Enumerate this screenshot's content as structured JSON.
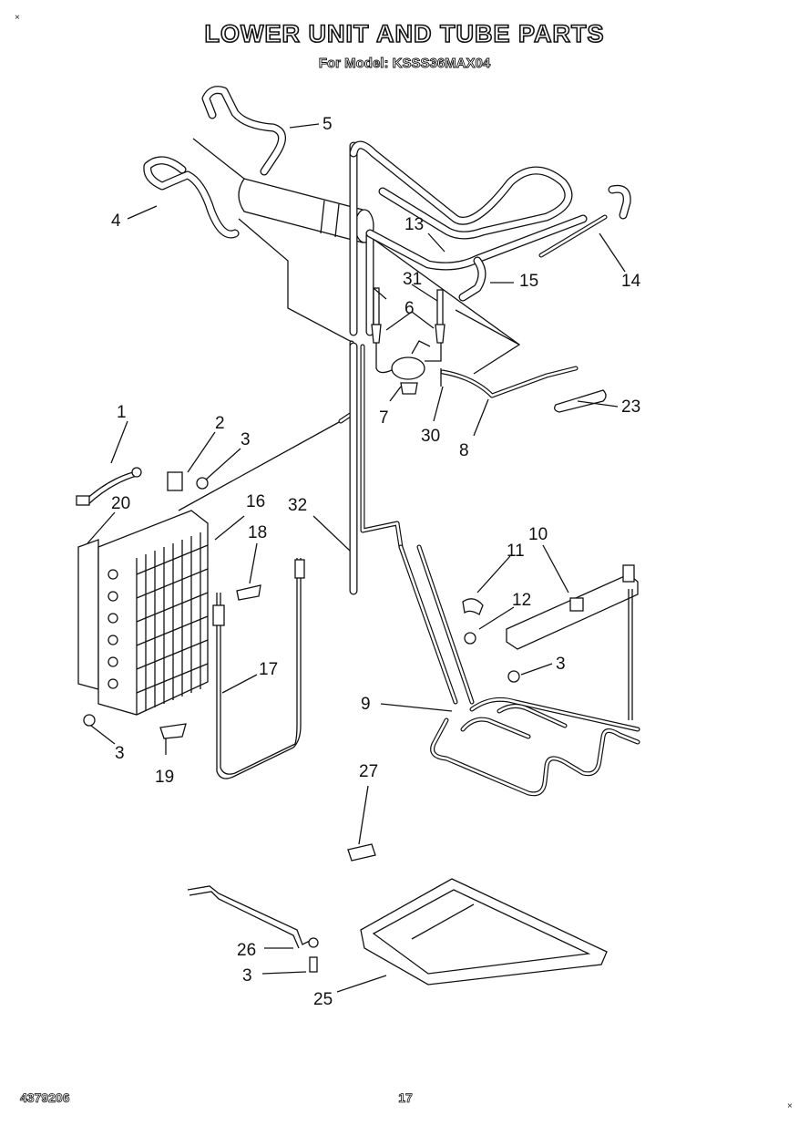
{
  "header": {
    "title": "LOWER UNIT AND TUBE PARTS",
    "subtitle": "For Model: KSSS36MAX04"
  },
  "footer": {
    "doc_number": "4379206",
    "page_number": "17"
  },
  "corner_marks": [
    "×",
    "×"
  ],
  "callouts": [
    {
      "label": "1"
    },
    {
      "label": "2"
    },
    {
      "label": "3"
    },
    {
      "label": "4"
    },
    {
      "label": "5"
    },
    {
      "label": "6"
    },
    {
      "label": "7"
    },
    {
      "label": "8"
    },
    {
      "label": "9"
    },
    {
      "label": "10"
    },
    {
      "label": "11"
    },
    {
      "label": "12"
    },
    {
      "label": "13"
    },
    {
      "label": "14"
    },
    {
      "label": "15"
    },
    {
      "label": "16"
    },
    {
      "label": "17"
    },
    {
      "label": "18"
    },
    {
      "label": "19"
    },
    {
      "label": "20"
    },
    {
      "label": "23"
    },
    {
      "label": "25"
    },
    {
      "label": "26"
    },
    {
      "label": "27"
    },
    {
      "label": "30"
    },
    {
      "label": "31"
    },
    {
      "label": "32"
    },
    {
      "label": "3"
    },
    {
      "label": "3"
    },
    {
      "label": "3"
    }
  ]
}
